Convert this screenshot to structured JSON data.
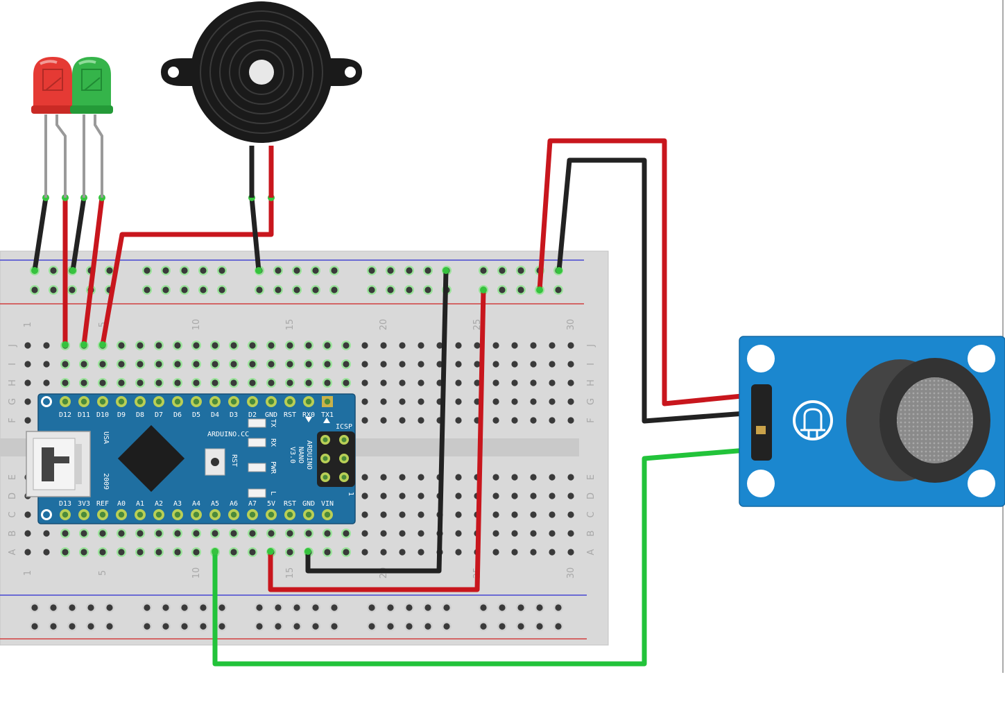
{
  "breadboard": {
    "column_numbers": [
      "1",
      "5",
      "10",
      "15",
      "20",
      "25",
      "30"
    ],
    "row_letters_top": [
      "J",
      "I",
      "H",
      "G",
      "F"
    ],
    "row_letters_bottom": [
      "E",
      "D",
      "C",
      "B",
      "A"
    ]
  },
  "arduino_nano": {
    "top_pins": [
      "D12",
      "D11",
      "D10",
      "D9",
      "D8",
      "D7",
      "D6",
      "D5",
      "D4",
      "D3",
      "D2",
      "GND",
      "RST",
      "RX0",
      "TX1"
    ],
    "bottom_pins": [
      "D13",
      "3V3",
      "REF",
      "A0",
      "A1",
      "A2",
      "A3",
      "A4",
      "A5",
      "A6",
      "A7",
      "5V",
      "RST",
      "GND",
      "VIN"
    ],
    "board_name": "ARDUINO.CC",
    "model_lines": [
      "ARDUINO",
      "NANO",
      "V3.0"
    ],
    "made_in": "USA",
    "year": "2009",
    "icsp_label": "ICSP",
    "reset_label": "RST",
    "led_labels": [
      "TX",
      "RX",
      "PWR",
      "L"
    ],
    "icsp_pin1": "1"
  },
  "colors": {
    "wire_red": "#c8161d",
    "wire_black": "#222222",
    "wire_green": "#22c33a",
    "breadboard": "#d9d9d9",
    "nano_board": "#1f6fa1",
    "sensor_board": "#1b87cf",
    "led_red": "#e53a34",
    "led_green": "#35b44a"
  },
  "icons": {
    "led_red": "led-red-icon",
    "led_green": "led-green-icon",
    "buzzer": "buzzer-icon",
    "gas_sensor": "gas-sensor-icon",
    "usb": "usb-connector-icon",
    "chip": "microcontroller-chip-icon"
  }
}
